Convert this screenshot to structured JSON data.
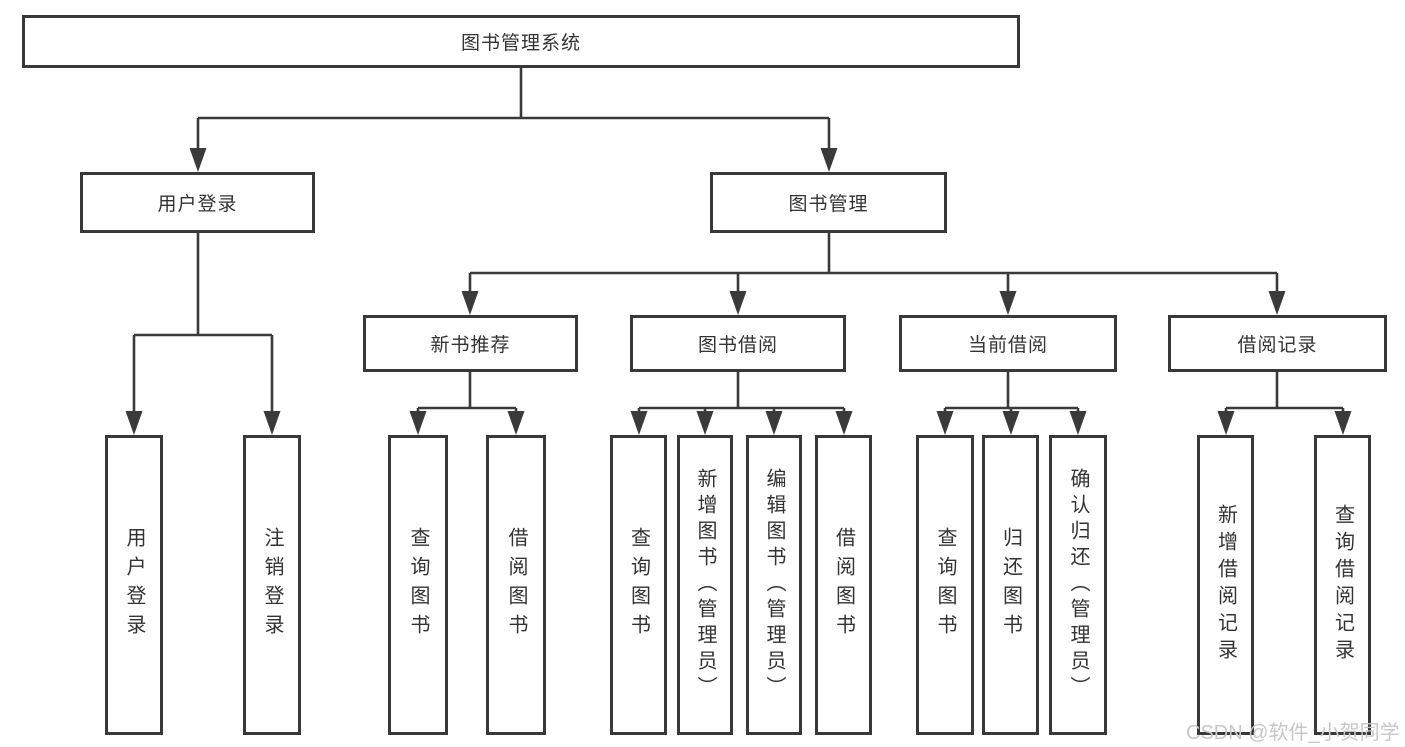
{
  "diagram": {
    "type": "hierarchy-flowchart",
    "title": "图书管理系统",
    "watermark": "CSDN @软件_小贺同学",
    "colors": {
      "line": "#3a3a3a",
      "border": "#383838",
      "text": "#333333",
      "box_bg": "#ffffff",
      "watermark": "#c7c7c9",
      "background": "#ffffff"
    },
    "nodes": {
      "root": {
        "label": "图书管理系统"
      },
      "user_login": {
        "label": "用户登录"
      },
      "book_mgmt": {
        "label": "图书管理"
      },
      "new_book_rec": {
        "label": "新书推荐"
      },
      "book_borrow": {
        "label": "图书借阅"
      },
      "current_borrow": {
        "label": "当前借阅"
      },
      "borrow_records": {
        "label": "借阅记录"
      },
      "leaf_user_login": {
        "label": "用户登录"
      },
      "leaf_logout": {
        "label": "注销登录"
      },
      "leaf_query_books_1": {
        "label": "查询图书"
      },
      "leaf_borrow_books_1": {
        "label": "借阅图书"
      },
      "leaf_query_books_2": {
        "label": "查询图书"
      },
      "leaf_add_books_admin": {
        "label": "新增图书（管理员）"
      },
      "leaf_edit_books_admin": {
        "label": "编辑图书（管理员）"
      },
      "leaf_borrow_books_2": {
        "label": "借阅图书"
      },
      "leaf_query_books_3": {
        "label": "查询图书"
      },
      "leaf_return_books": {
        "label": "归还图书"
      },
      "leaf_confirm_return_admin": {
        "label": "确认归还（管理员）"
      },
      "leaf_add_borrow_record": {
        "label": "新增借阅记录"
      },
      "leaf_query_borrow_record": {
        "label": "查询借阅记录"
      }
    },
    "hierarchy": {
      "图书管理系统": {
        "用户登录": [
          "用户登录",
          "注销登录"
        ],
        "图书管理": {
          "新书推荐": [
            "查询图书",
            "借阅图书"
          ],
          "图书借阅": [
            "查询图书",
            "新增图书（管理员）",
            "编辑图书（管理员）",
            "借阅图书"
          ],
          "当前借阅": [
            "查询图书",
            "归还图书",
            "确认归还（管理员）"
          ],
          "借阅记录": [
            "新增借阅记录",
            "查询借阅记录"
          ]
        }
      }
    }
  }
}
